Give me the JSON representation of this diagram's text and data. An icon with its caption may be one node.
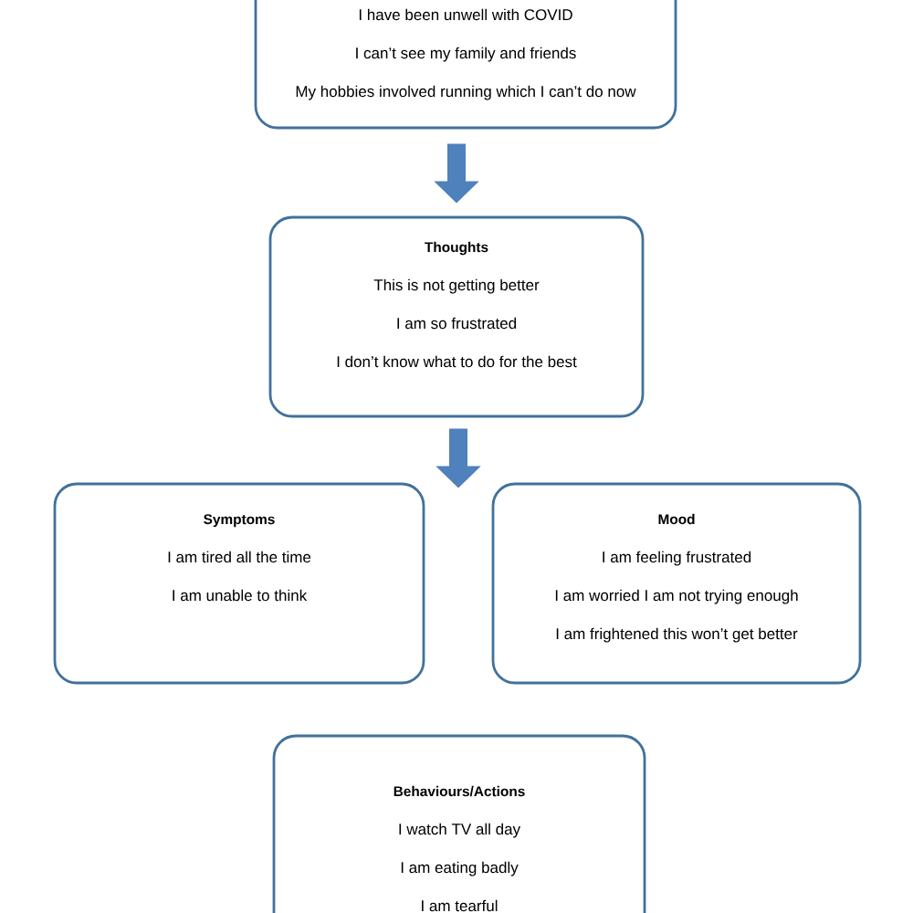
{
  "diagram": {
    "nodes": [
      {
        "text": [
          "I have been unwell with COVID",
          "I can’t see my family and friends",
          "My hobbies involved running which I can’t do now"
        ]
      },
      {
        "text": [
          "Thoughts",
          "This is not getting better",
          "I am so frustrated",
          "I don’t know what to do for the best"
        ]
      },
      {
        "text": [
          "Symptoms",
          "I am tired all the time",
          "I am unable to think"
        ]
      },
      {
        "text": [
          "Mood",
          "I am feeling frustrated",
          "I am worried I am not trying enough",
          "I am frightened this won’t get better"
        ]
      },
      {
        "text": [
          "Behaviours/Actions",
          "I watch TV all day",
          "I am eating badly",
          "I am tearful"
        ]
      }
    ],
    "edges": [
      {
        "from": 0,
        "to": 1,
        "arrow": "to"
      },
      {
        "from": 1,
        "to": 2,
        "arrow": "to"
      },
      {
        "from": 1,
        "to": 3,
        "arrow": "to"
      }
    ]
  }
}
